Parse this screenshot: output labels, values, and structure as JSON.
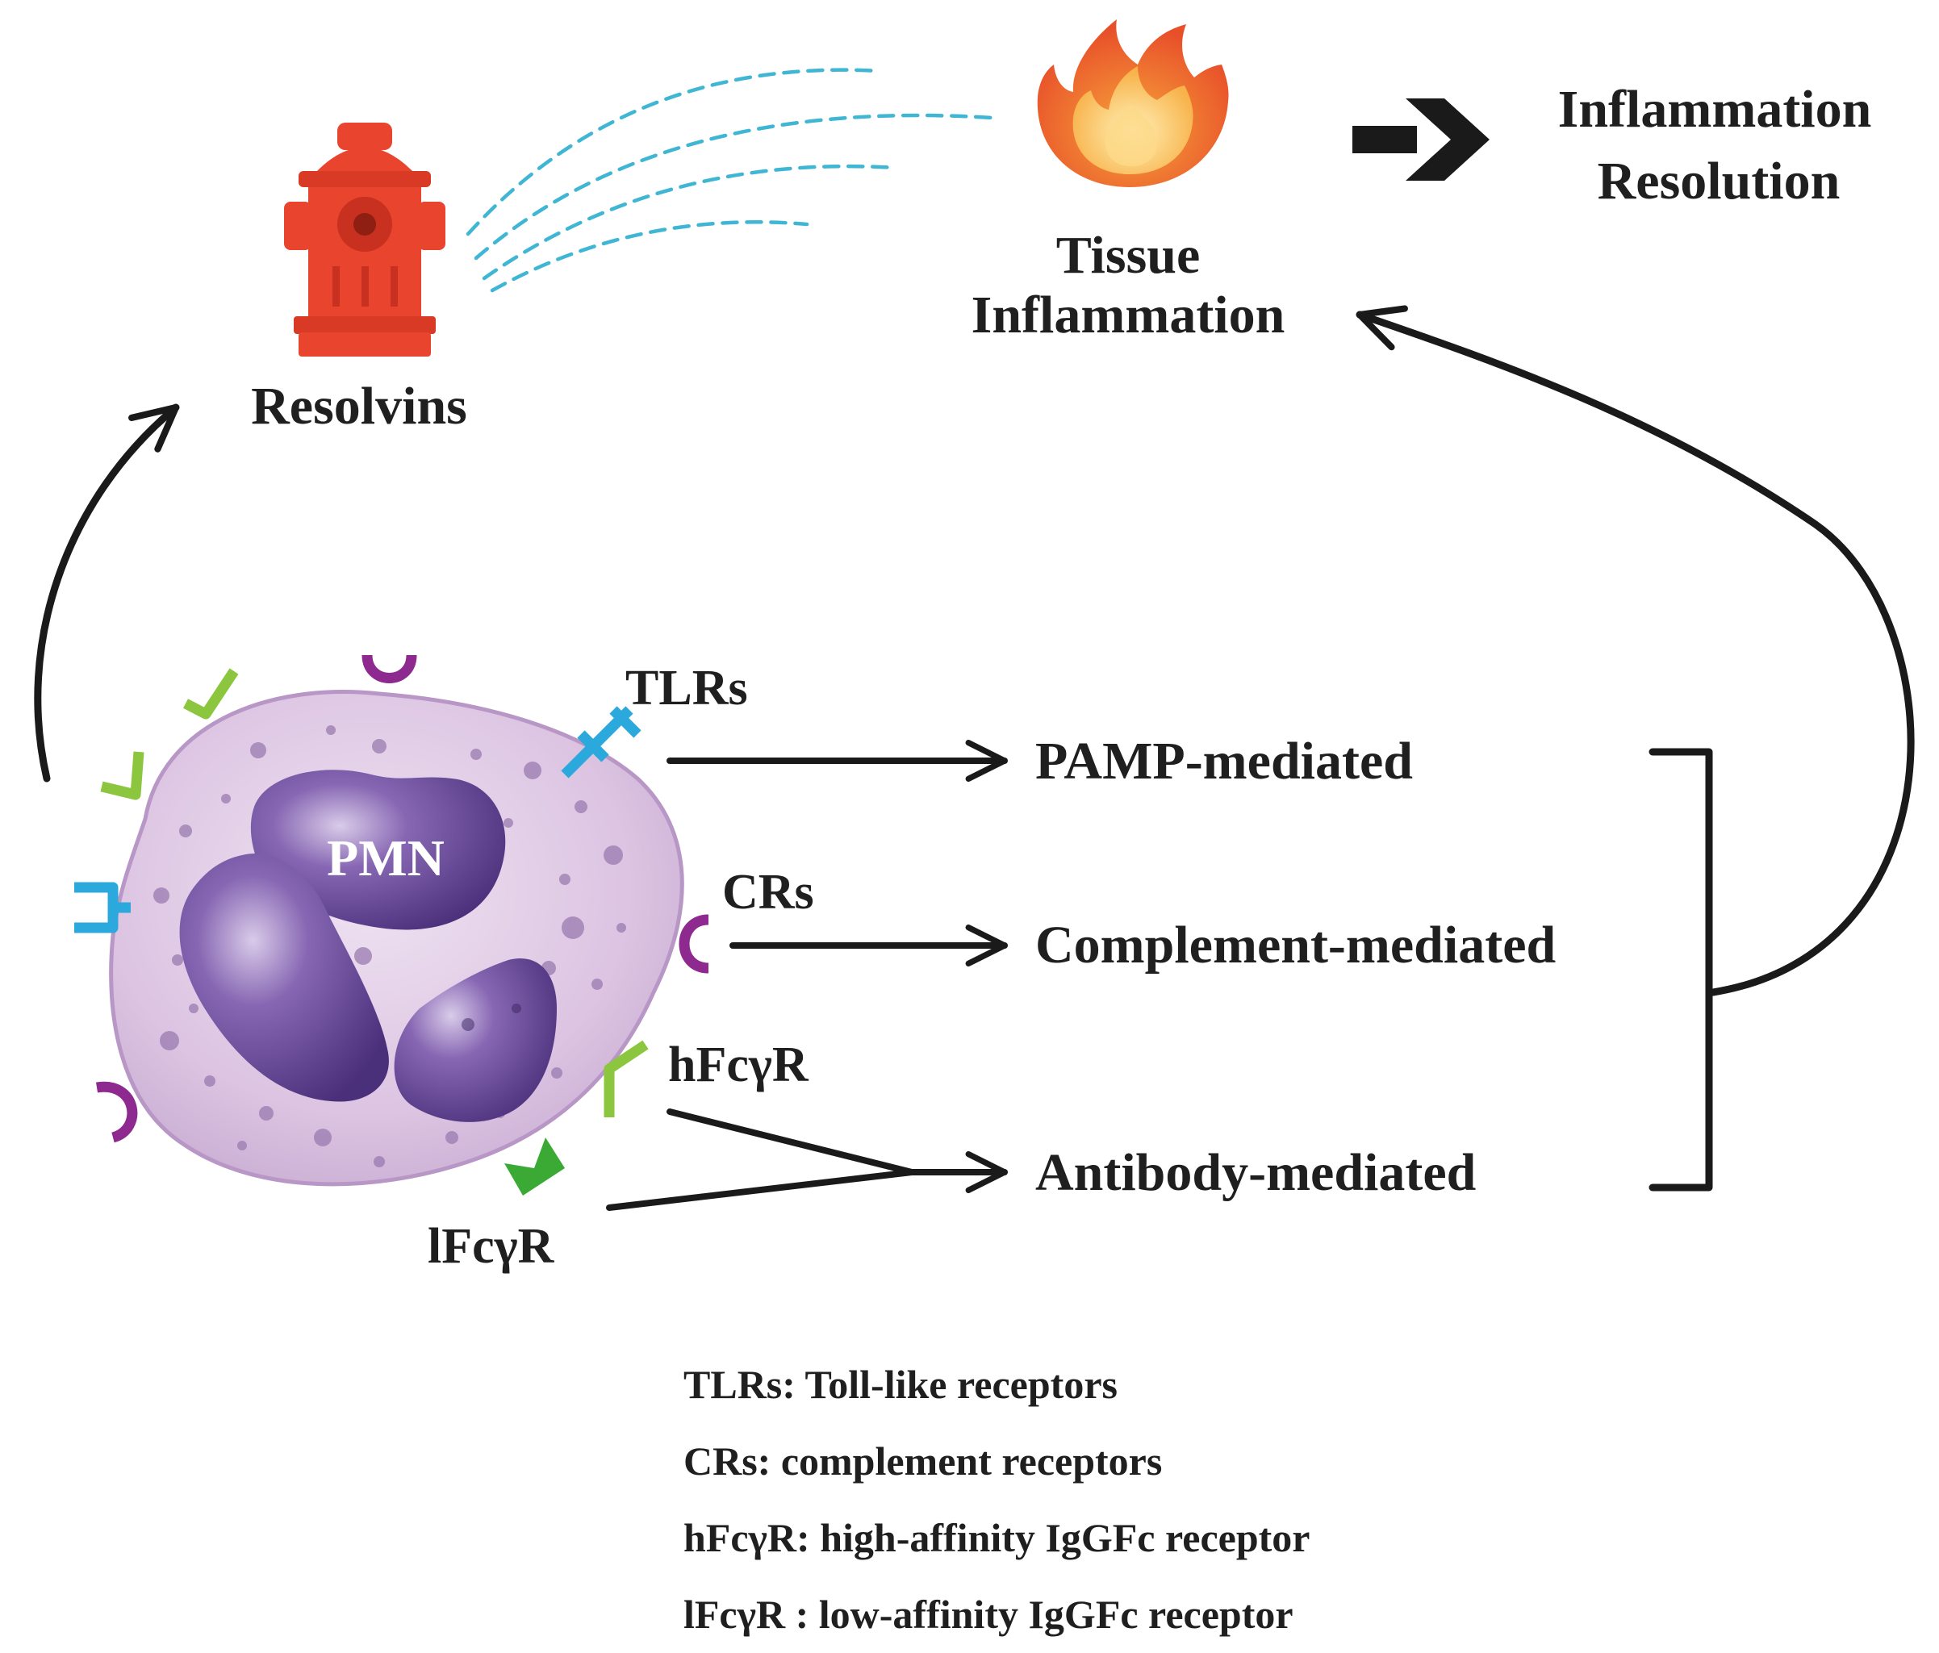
{
  "top": {
    "resolvins": "Resolvins",
    "tissue_line1": "Tissue",
    "tissue_line2": "Inflammation",
    "resolution_line1": "Inflammation",
    "resolution_line2": "Resolution"
  },
  "cell": {
    "label": "PMN"
  },
  "receptors": {
    "tlrs": "TLRs",
    "crs": "CRs",
    "hfc": "hFcγR",
    "lfc": "lFcγR"
  },
  "pathways": {
    "pamp": "PAMP-mediated",
    "complement": "Complement-mediated",
    "antibody": "Antibody-mediated"
  },
  "legend": [
    "TLRs: Toll-like receptors",
    "CRs: complement receptors",
    "hFcγR: high-affinity IgGFc receptor",
    "lFcγR : low-affinity IgGFc receptor"
  ],
  "colors": {
    "tlr_receptor": "#2ba8dc",
    "cr_receptor": "#8e2a8f",
    "hfc_receptor": "#8cc63f",
    "lfc_receptor": "#3aaa35",
    "hydrant": "#e8442e",
    "water": "#3fb6d3",
    "cell_body": "#dcc4e2",
    "nucleus": "#5b3f8c"
  },
  "icons": [
    "fire-hydrant-icon",
    "flame-icon",
    "bold-arrow-icon"
  ]
}
